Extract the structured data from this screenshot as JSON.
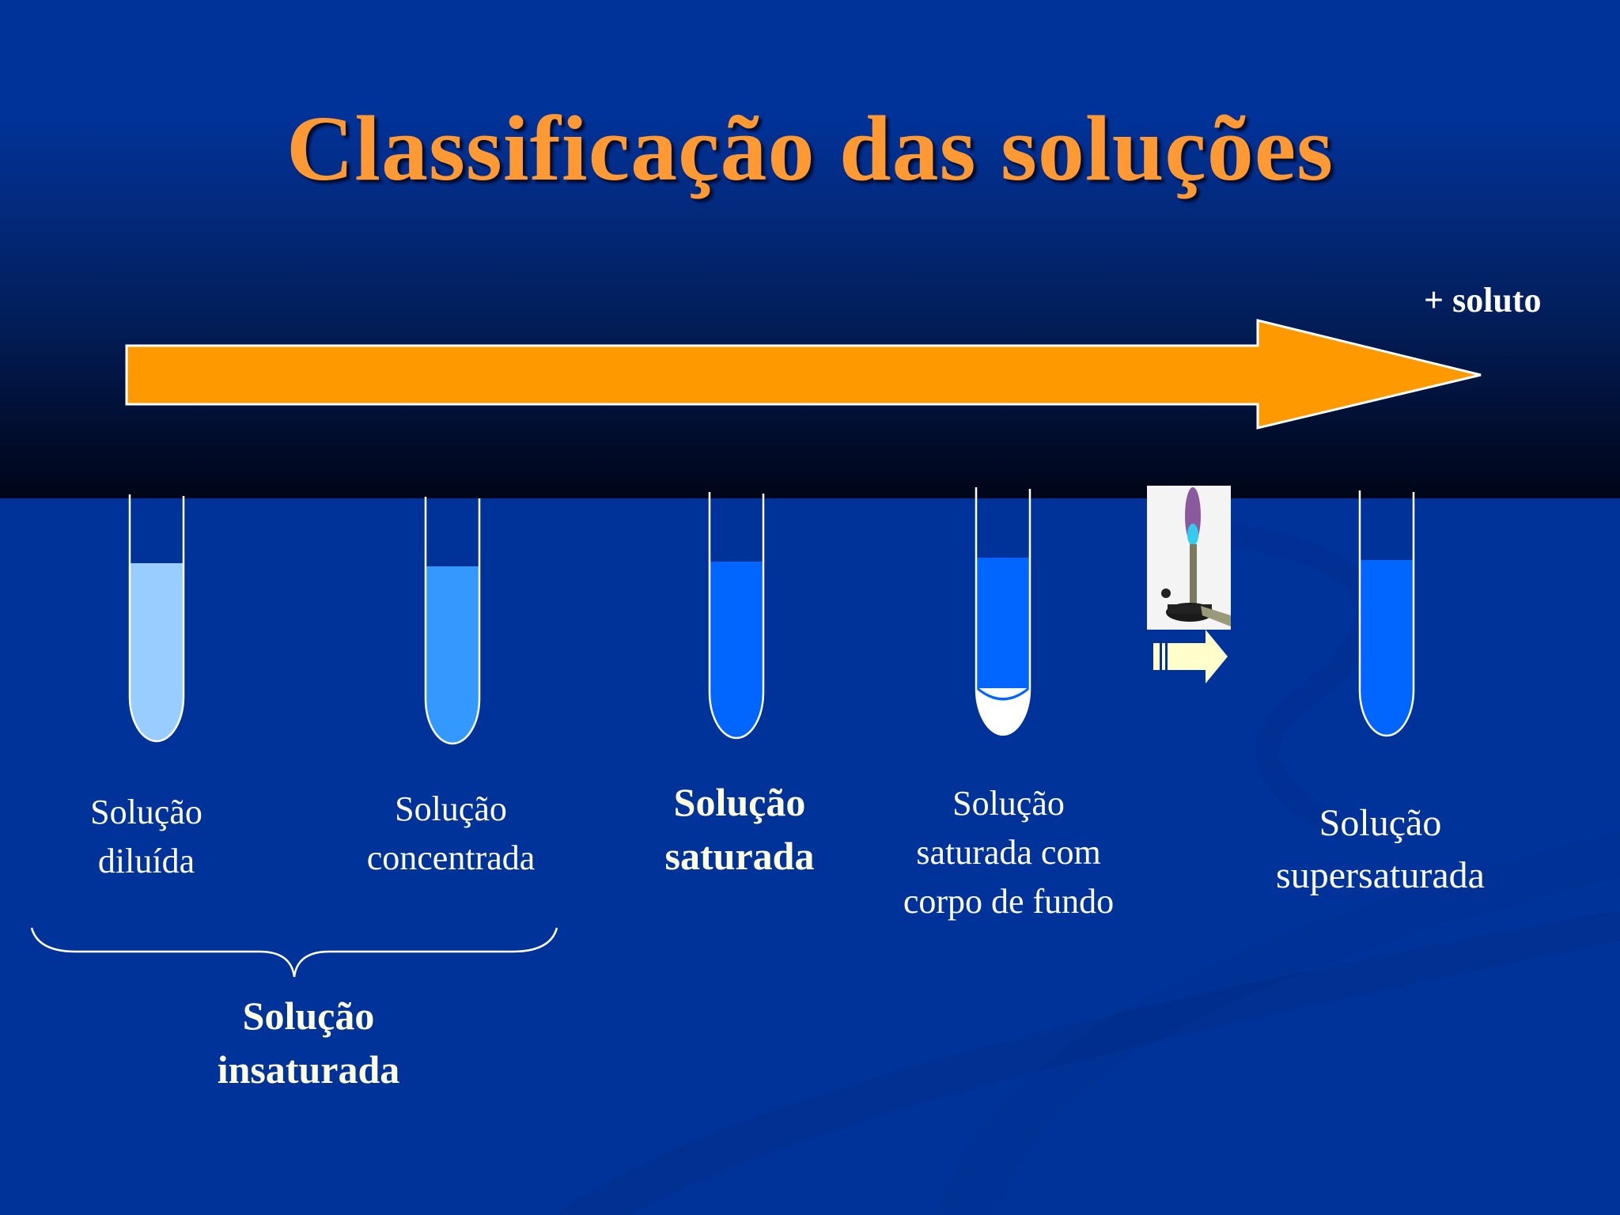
{
  "slide": {
    "title": "Classificação das soluções",
    "arrow_label": "+ soluto",
    "colors": {
      "background": "#00339a",
      "title": "#ff9933",
      "arrow": "#ff9900",
      "tube_dilute": "#99ccff",
      "tube_concentrated": "#3399ff",
      "tube_saturated": "#0066ff",
      "heat_arrow": "#ffffcc"
    }
  },
  "tubes": [
    {
      "id": "diluida",
      "fill_color": "#99ccff",
      "label_line1": "Solução",
      "label_line2": "diluída",
      "label_line3": ""
    },
    {
      "id": "concentrada",
      "fill_color": "#3399ff",
      "label_line1": "Solução",
      "label_line2": "concentrada",
      "label_line3": ""
    },
    {
      "id": "saturada",
      "fill_color": "#0066ff",
      "label_line1": "Solução",
      "label_line2": "saturada",
      "label_line3": ""
    },
    {
      "id": "saturada-corpo-fundo",
      "fill_color": "#0066ff",
      "label_line1": "Solução",
      "label_line2": "saturada com",
      "label_line3": "corpo de fundo"
    },
    {
      "id": "supersaturada",
      "fill_color": "#0066ff",
      "label_line1": "Solução",
      "label_line2": "supersaturada",
      "label_line3": ""
    }
  ],
  "group": {
    "label_line1": "Solução",
    "label_line2": "insaturada"
  },
  "heating": {
    "image": "bunsen-burner",
    "arrow": "heat-arrow"
  }
}
